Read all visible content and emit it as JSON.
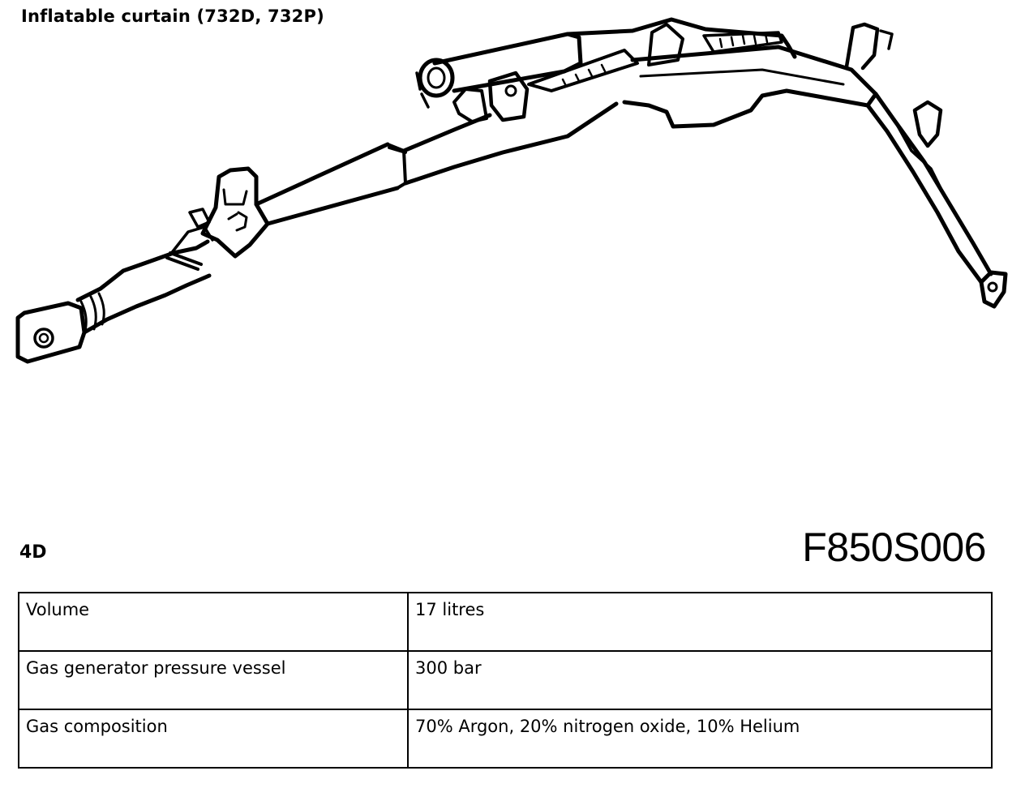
{
  "document": {
    "title": "Inflatable curtain (732D, 732P)",
    "variant": "4D",
    "figure_code": "F850S006"
  },
  "specs": [
    {
      "label": "Volume",
      "value": "17 litres"
    },
    {
      "label": "Gas generator pressure vessel",
      "value": "300 bar"
    },
    {
      "label": "Gas composition",
      "value": "70% Argon, 20% nitrogen oxide, 10% Helium"
    }
  ],
  "illustration": {
    "subject": "inflatable-curtain-line-drawing",
    "stroke_color": "#000000"
  }
}
